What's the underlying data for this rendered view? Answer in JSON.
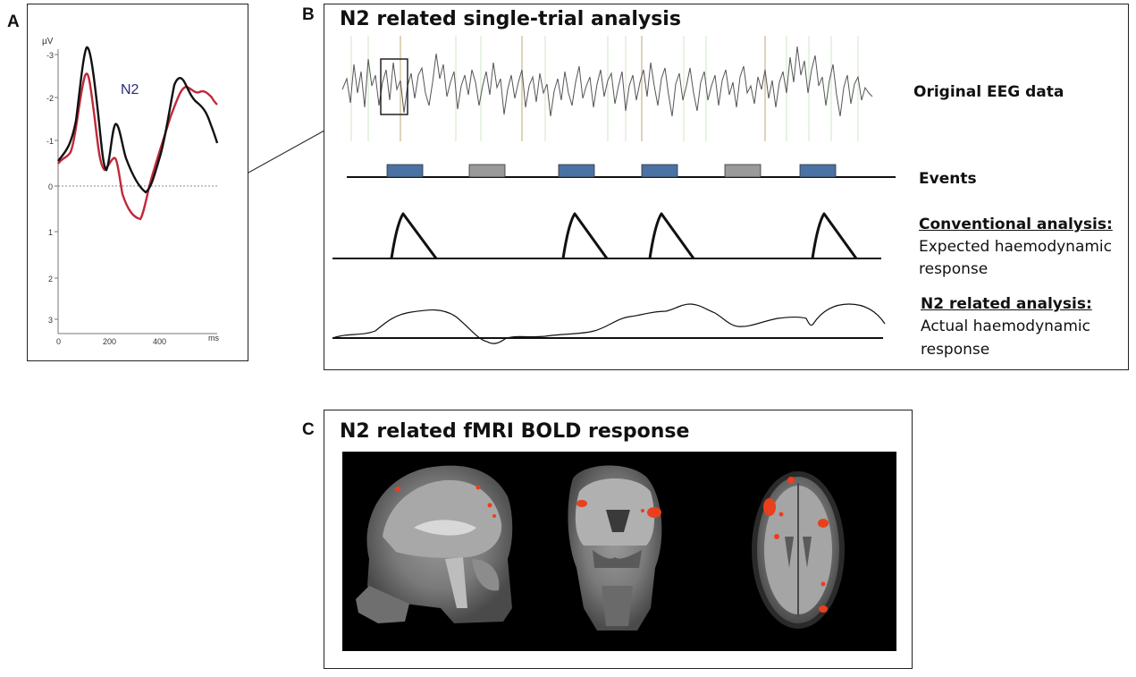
{
  "panels": {
    "a": {
      "letter": "A"
    },
    "b": {
      "letter": "B"
    },
    "c": {
      "letter": "C"
    }
  },
  "panel_a": {
    "unit_label": "µV",
    "x_unit": "ms",
    "component_label": "N2",
    "y_ticks": [
      "-3",
      "-2",
      "-1",
      "0",
      "1",
      "2",
      "3"
    ],
    "x_ticks": [
      "0",
      "200",
      "400"
    ],
    "series_colors": {
      "black": "#111111",
      "red": "#c0283a"
    }
  },
  "panel_b": {
    "title": "N2 related single-trial analysis",
    "eeg_label": "Original EEG data",
    "events_label": "Events",
    "conventional_heading": "Conventional analysis:",
    "conventional_line1": "Expected haemodynamic",
    "conventional_line2": "response",
    "n2_heading": "N2 related analysis:",
    "n2_line1": "Actual haemodynamic",
    "n2_line2": "response",
    "event_sequence": [
      "blue",
      "gray",
      "blue",
      "blue",
      "gray",
      "blue"
    ],
    "event_colors": {
      "blue": "#4a72a5",
      "gray": "#9a9a9a"
    }
  },
  "panel_c": {
    "title": "N2 related fMRI BOLD response",
    "views": [
      "sagittal",
      "coronal",
      "axial"
    ],
    "activation_color": "#e8401c"
  }
}
